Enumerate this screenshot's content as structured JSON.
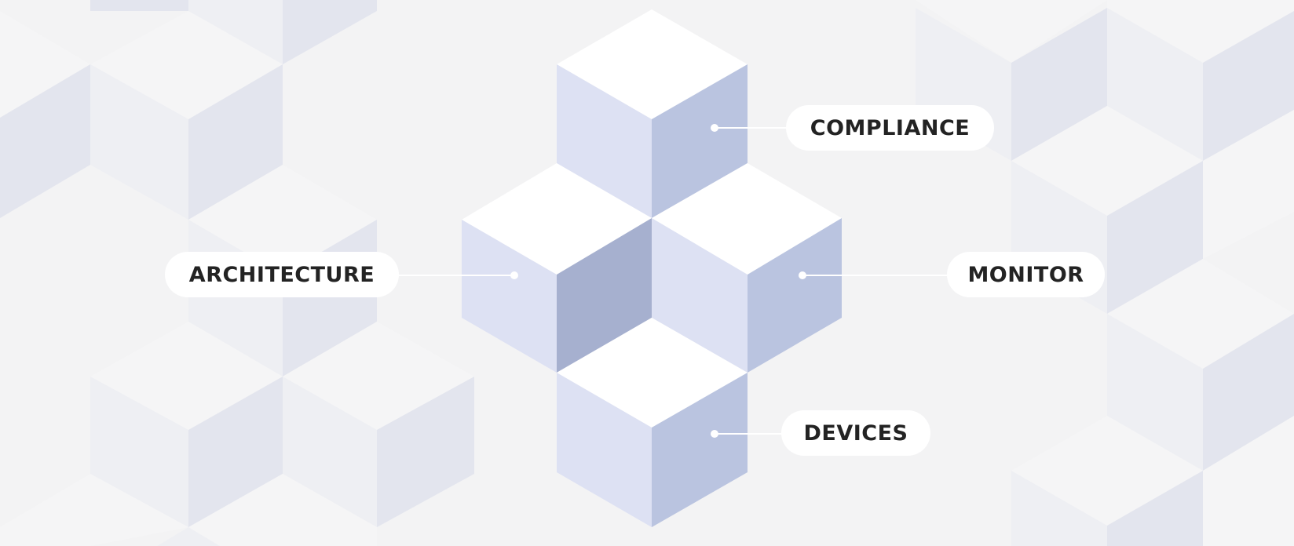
{
  "labels": {
    "architecture": "ARCHITECTURE",
    "compliance": "COMPLIANCE",
    "monitor": "MONITOR",
    "devices": "DEVICES"
  },
  "colors": {
    "background": "#f3f3f4",
    "cube_top": "#ffffff",
    "cube_left": "#dde1f3",
    "cube_right": "#bac4e0",
    "cube_inner_shadow": "#a6b0cf",
    "connector": "#ffffff",
    "label_text": "#232323",
    "pattern_light": "#f5f5f6",
    "pattern_mid": "#eeeff3",
    "pattern_dark": "#e3e5ee"
  }
}
